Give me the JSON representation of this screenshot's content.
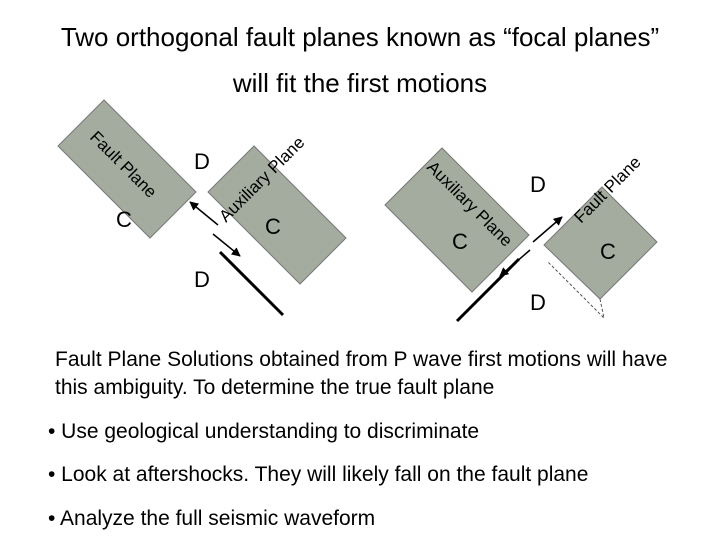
{
  "title": {
    "line1": "Two orthogonal fault planes known as “focal planes”",
    "line2": "will fit the first motions"
  },
  "diagram_left": {
    "label_fault": "Fault Plane",
    "label_aux": "Auxiliary Plane",
    "label_d_top": "D",
    "label_d_bottom": "D",
    "label_c_left": "C",
    "label_c_right": "C"
  },
  "diagram_right": {
    "label_aux": "Auxiliary Plane",
    "label_fault": "Fault Plane",
    "label_d_top": "D",
    "label_d_bottom": "D",
    "label_c_left": "C",
    "label_c_right": "C"
  },
  "colors": {
    "block_fill": "#a3ac9e",
    "line": "#000000"
  },
  "body": {
    "paragraph": "Fault Plane Solutions obtained from P wave first motions will have this ambiguity.  To determine the true fault plane",
    "bullets": [
      "• Use geological understanding to discriminate",
      "• Look at aftershocks.  They will likely fall on the fault plane",
      "• Analyze the full seismic waveform"
    ]
  }
}
